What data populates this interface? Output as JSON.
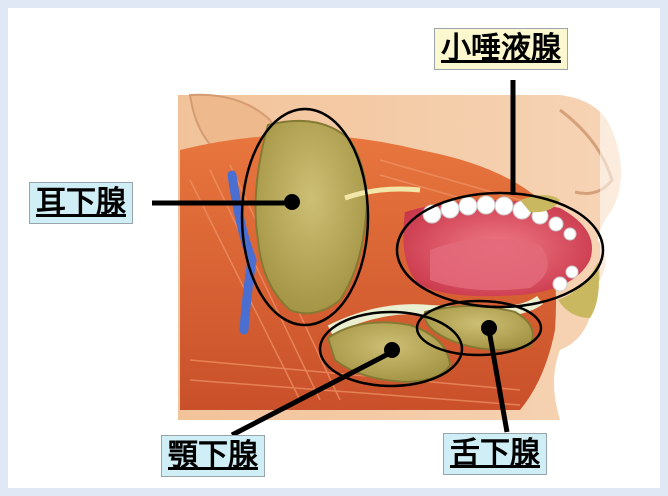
{
  "labels": {
    "minor": "小唾液腺",
    "parotid": "耳下腺",
    "submandibular": "顎下腺",
    "sublingual": "舌下腺"
  },
  "colors": {
    "background": "#dfe8f4",
    "gland": "#b8a85a",
    "muscle": "#d8642f",
    "skin": "#f4caa4",
    "label_cyan": "#cfeef5",
    "label_yellow": "#fbf7cf"
  }
}
